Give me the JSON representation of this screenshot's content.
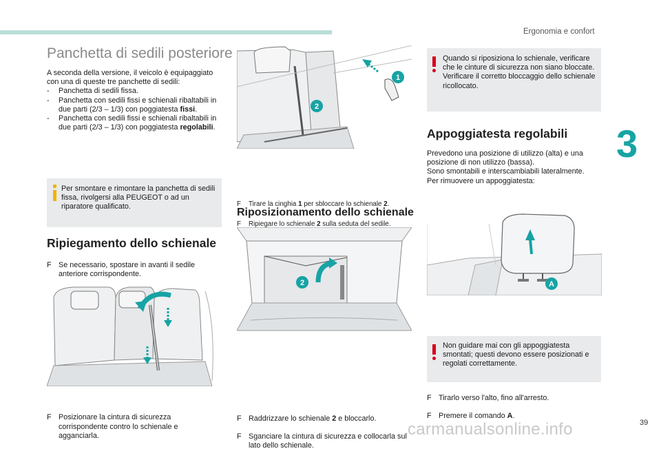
{
  "header": {
    "section_title": "Ergonomia e confort",
    "chapter": "3",
    "page_number": "39"
  },
  "watermark": "carmanualsonline.info",
  "left": {
    "title": "Panchetta di sedili posteriore",
    "intro": "A seconda della versione, il veicolo è equipaggiato con una di queste tre panchette di sedili:",
    "variants": [
      {
        "marker": "-",
        "text": "Panchetta di sedili fissa."
      },
      {
        "marker": "-",
        "text": "Panchetta con sedili fissi e schienali ribaltabili in due parti (2/3 – 1/3) con poggiatesta ",
        "bold": "fissi",
        "tail": "."
      },
      {
        "marker": "-",
        "text": "Panchetta con sedili fissi e schienali ribaltabili in due parti (2/3 – 1/3) con poggiatesta ",
        "bold": "regolabili",
        "tail": "."
      }
    ],
    "info_text": "Per smontare e rimontare la panchetta di sedili fissa, rivolgersi alla PEUGEOT o ad un riparatore qualificato.",
    "fold_heading": "Ripiegamento dello schienale",
    "fold_step1": "Se necessario, spostare in avanti il sedile anteriore corrispondente.",
    "fold_step2": "Posizionare la cintura di sicurezza corrispondente contro lo schienale e agganciarla."
  },
  "middle": {
    "step_a_pre": "Tirare la cinghia ",
    "step_a_b1": "1",
    "step_a_mid": " per sbloccare lo schienale ",
    "step_a_b2": "2",
    "step_a_post": ".",
    "step_b_pre": "Ripiegare lo schienale ",
    "step_b_b": "2",
    "step_b_post": " sulla seduta del sedile.",
    "reposition_heading": "Riposizionamento dello schienale",
    "step_c_pre": "Raddrizzare lo schienale ",
    "step_c_b": "2",
    "step_c_post": " e bloccarlo.",
    "step_d": "Sganciare la cintura di sicurezza e collocarla sul lato dello schienale.",
    "callouts": {
      "one": "1",
      "two": "2"
    }
  },
  "right": {
    "warning_top": "Quando si riposiziona lo schienale, verificare che le cinture di sicurezza non siano bloccate.\nVerificare il corretto bloccaggio dello schienale ricollocato.",
    "headrest_heading": "Appoggiatesta regolabili",
    "headrest_intro": "Prevedono una posizione di utilizzo (alta) e una posizione di non utilizzo (bassa).\nSono smontabili e interscambiabili lateralmente.\nPer rimuovere un appoggiatesta:",
    "step_e": "Tirarlo verso l'alto, fino all'arresto.",
    "step_f_pre": "Premere il comando ",
    "step_f_b": "A",
    "step_f_post": ".",
    "warning_bottom": "Non guidare mai con gli appoggiatesta smontati; questi devono essere posizionati e regolati correttamente.",
    "callout_a": "A"
  },
  "bullet_marker": "F",
  "colors": {
    "accent": "#17a3a4",
    "warning": "#d6001c",
    "info": "#f0b400",
    "box": "#e8eaec"
  }
}
